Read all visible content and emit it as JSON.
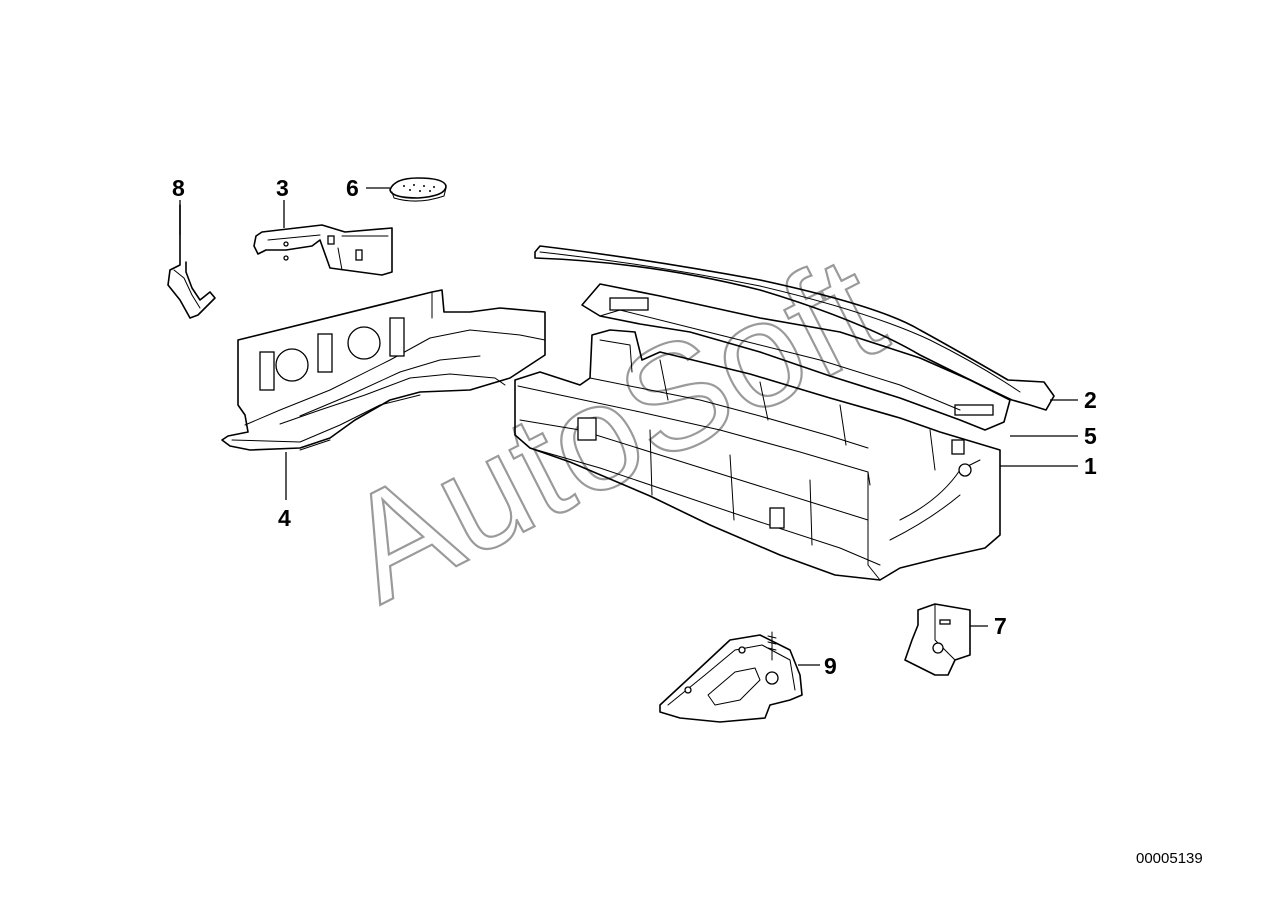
{
  "diagram": {
    "callouts": [
      {
        "id": "8",
        "label": "8"
      },
      {
        "id": "3",
        "label": "3"
      },
      {
        "id": "6",
        "label": "6"
      },
      {
        "id": "4",
        "label": "4"
      },
      {
        "id": "2",
        "label": "2"
      },
      {
        "id": "5",
        "label": "5"
      },
      {
        "id": "1",
        "label": "1"
      },
      {
        "id": "7",
        "label": "7"
      },
      {
        "id": "9",
        "label": "9"
      }
    ],
    "watermark": "AutoSoft",
    "diagram_code": "00005139"
  }
}
